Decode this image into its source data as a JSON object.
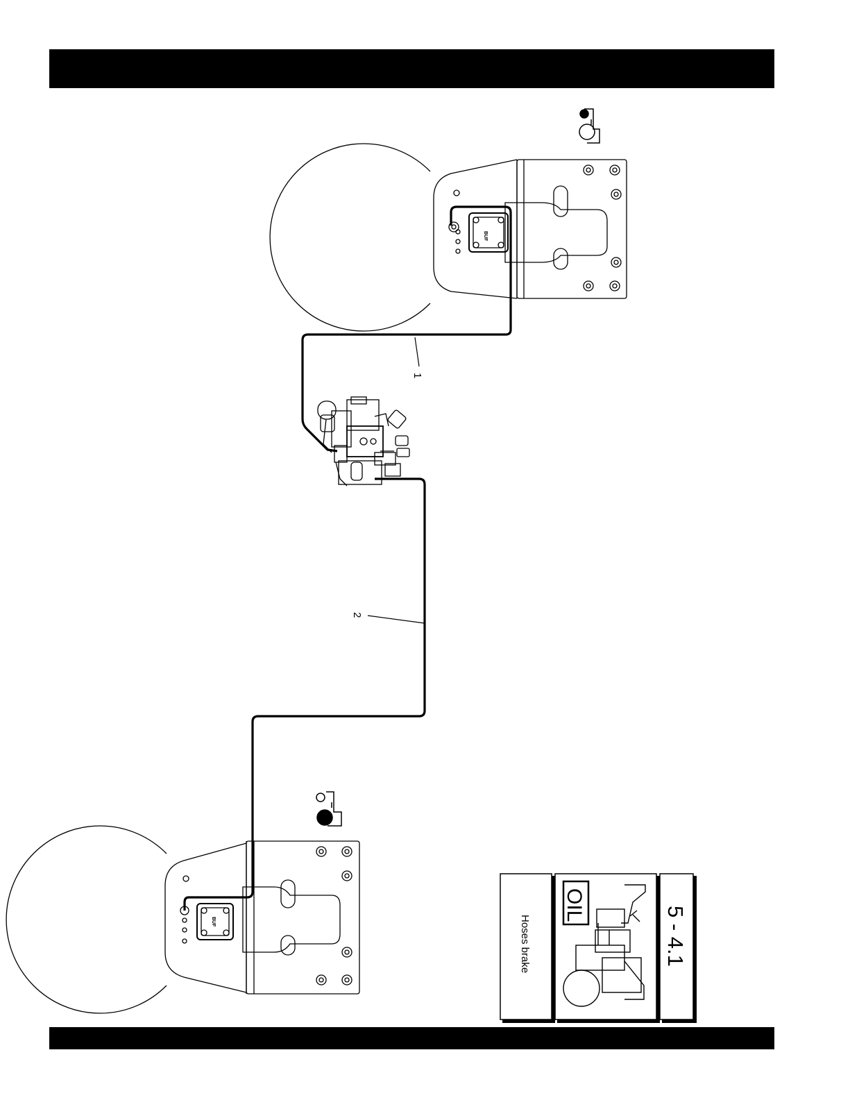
{
  "callouts": [
    {
      "label": "1"
    },
    {
      "label": "2"
    }
  ],
  "title_box": {
    "caption": "Hoses brake",
    "oil_label": "OIL",
    "section_number": "5 - 4.1"
  },
  "pump_brand": "BUF"
}
